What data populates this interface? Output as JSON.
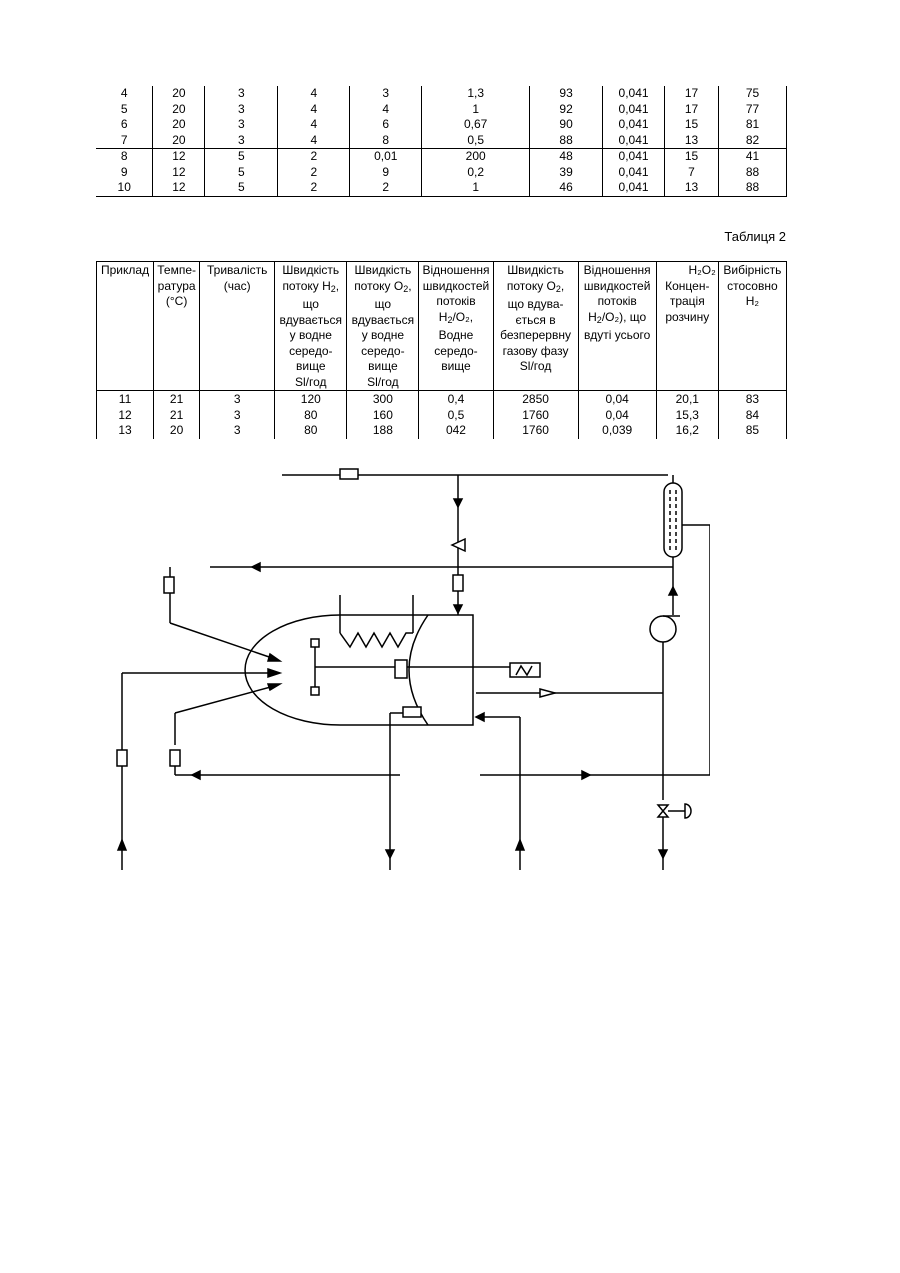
{
  "table1": {
    "groups": [
      [
        [
          "4",
          "20",
          "3",
          "4",
          "3",
          "1,3",
          "93",
          "0,041",
          "17",
          "75"
        ],
        [
          "5",
          "20",
          "3",
          "4",
          "4",
          "1",
          "92",
          "0,041",
          "17",
          "77"
        ],
        [
          "6",
          "20",
          "3",
          "4",
          "6",
          "0,67",
          "90",
          "0,041",
          "15",
          "81"
        ],
        [
          "7",
          "20",
          "3",
          "4",
          "8",
          "0,5",
          "88",
          "0,041",
          "13",
          "82"
        ]
      ],
      [
        [
          "8",
          "12",
          "5",
          "2",
          "0,01",
          "200",
          "48",
          "0,041",
          "15",
          "41"
        ],
        [
          "9",
          "12",
          "5",
          "2",
          "9",
          "0,2",
          "39",
          "0,041",
          "7",
          "88"
        ],
        [
          "10",
          "12",
          "5",
          "2",
          "2",
          "1",
          "46",
          "0,041",
          "13",
          "88"
        ]
      ]
    ]
  },
  "table2": {
    "caption": "Таблиця 2",
    "headers": [
      {
        "lines": [
          "Приклад"
        ]
      },
      {
        "lines": [
          "Темпе-",
          "ратура",
          "(°C)"
        ]
      },
      {
        "lines": [
          "Тривалість",
          "(час)"
        ]
      },
      {
        "lines": [
          "Швидкість",
          "потоку H",
          "що",
          "вдувається",
          "у водне",
          "середо-",
          "вище",
          "Sl/год"
        ],
        "sub": {
          "1": "2"
        },
        "sub_suffix": {
          "1": ","
        }
      },
      {
        "lines": [
          "Швидкість",
          "потоку O",
          "що",
          "вдувається",
          "у водне",
          "середо-",
          "вище",
          "Sl/год"
        ],
        "sub": {
          "1": "2"
        },
        "sub_suffix": {
          "1": ","
        }
      },
      {
        "lines": [
          "Відношення",
          "швидкостей",
          "потоків",
          "H",
          "Водне",
          "середо-",
          "вище"
        ],
        "sub": {
          "3": "2"
        },
        "sub_suffix": {
          "3": "/O₂,"
        }
      },
      {
        "lines": [
          "Швидкість",
          "потоку O",
          "що вдува-",
          "ється в",
          "безперервну",
          "газову фазу",
          "Sl/год"
        ],
        "sub": {
          "1": "2"
        },
        "sub_suffix": {
          "1": ","
        }
      },
      {
        "lines": [
          "Відношення",
          "швидкостей",
          "потоків",
          "H",
          "вдуті усього"
        ],
        "sub": {
          "3": "2"
        },
        "sub_suffix": {
          "3": "/O₂), що"
        }
      },
      {
        "lines": [
          "H₂O₂",
          "Концен-",
          "трація",
          "розчину"
        ],
        "align_first": "right"
      },
      {
        "lines": [
          "Вибірність",
          "стосовно",
          "H₂"
        ]
      }
    ],
    "rows": [
      [
        "11",
        "21",
        "3",
        "120",
        "300",
        "0,4",
        "2850",
        "0,04",
        "20,1",
        "83"
      ],
      [
        "12",
        "21",
        "3",
        "80",
        "160",
        "0,5",
        "1760",
        "0,04",
        "15,3",
        "84"
      ],
      [
        "13",
        "20",
        "3",
        "80",
        "188",
        "042",
        "1760",
        "0,039",
        "16,2",
        "85"
      ]
    ]
  },
  "diagram": {
    "description_icon": "process-flow-diagram"
  }
}
